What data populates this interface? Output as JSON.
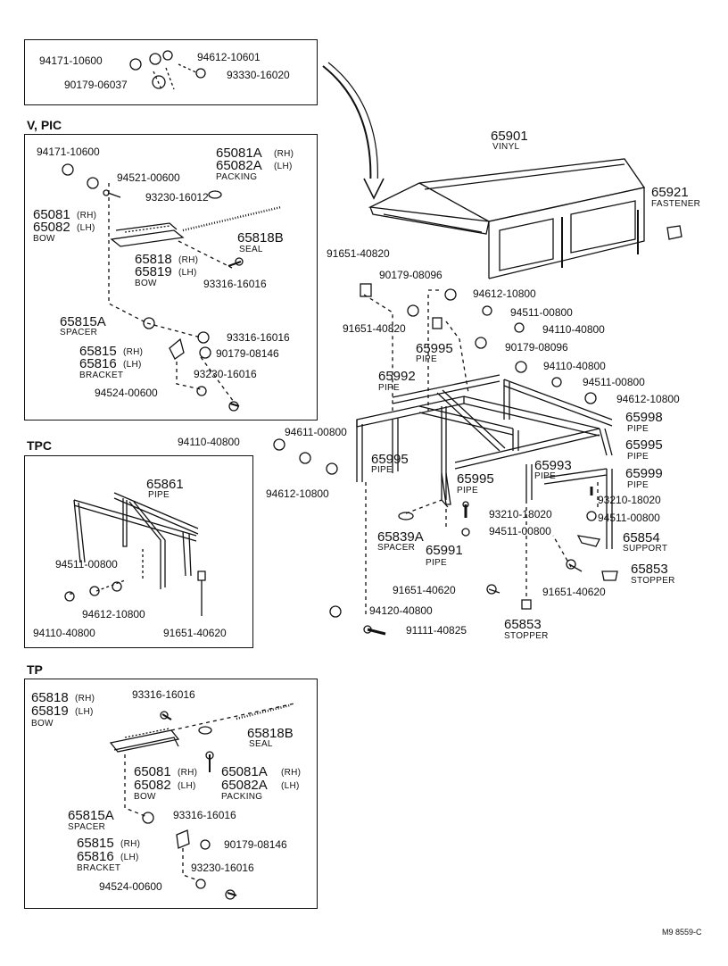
{
  "sections": {
    "v_pic": "V, PIC",
    "tpc": "TPC",
    "tp": "TP"
  },
  "parts": {
    "p94171_10600": "94171-10600",
    "p94612_10601": "94612-10601",
    "p90179_06037": "90179-06037",
    "p93330_16020": "93330-16020",
    "p94521_00600": "94521-00600",
    "p93230_16012": "93230-16012",
    "p93316_16016": "93316-16016",
    "p90179_08146": "90179-08146",
    "p93230_16016": "93230-16016",
    "p94524_00600": "94524-00600",
    "p94110_40800": "94110-40800",
    "p94511_00800": "94511-00800",
    "p94612_10800": "94612-10800",
    "p91651_40620": "91651-40620",
    "p91651_40820": "91651-40820",
    "p90179_08096": "90179-08096",
    "p93210_18020": "93210-18020",
    "p94120_40800": "94120-40800",
    "p91111_40825": "91111-40825",
    "p65081": "65081",
    "p65082": "65082",
    "p65081A": "65081A",
    "p65082A": "65082A",
    "p65818": "65818",
    "p65819": "65819",
    "p65818B": "65818B",
    "p65815A": "65815A",
    "p65815": "65815",
    "p65816": "65816",
    "p65861": "65861",
    "p65901": "65901",
    "p65921": "65921",
    "p65995": "65995",
    "p65992": "65992",
    "p65998": "65998",
    "p65993": "65993",
    "p65999": "65999",
    "p65991": "65991",
    "p65839A": "65839A",
    "p65854": "65854",
    "p65853": "65853"
  },
  "tags": {
    "rh": "(RH)",
    "lh": "(LH)",
    "packing": "PACKING",
    "bow": "BOW",
    "seal": "SEAL",
    "spacer": "SPACER",
    "bracket": "BRACKET",
    "pipe": "PIPE",
    "vinyl": "VINYL",
    "fastener": "FASTENER",
    "support": "SUPPORT",
    "stopper": "STOPPER"
  },
  "code": "M9 8559-C"
}
